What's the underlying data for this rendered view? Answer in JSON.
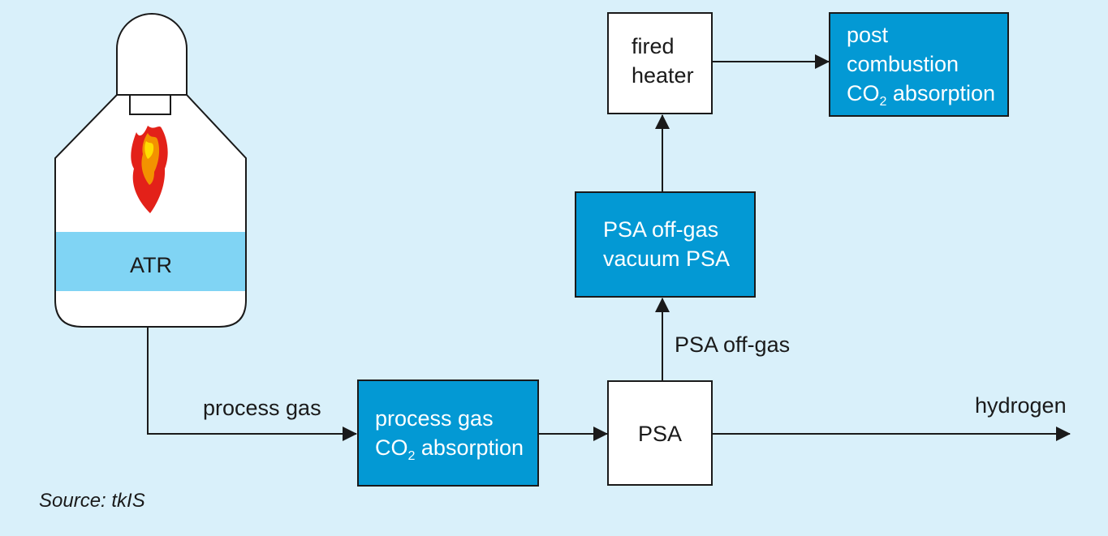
{
  "colors": {
    "background": "#d9f0fa",
    "box_blue": "#0399d4",
    "atr_band": "#80d4f4",
    "flame_red": "#e32119",
    "flame_orange": "#f39200",
    "flame_yellow": "#ffdd00"
  },
  "atr": {
    "label": "ATR"
  },
  "flows": {
    "process_gas": "process gas",
    "psa_off_gas": "PSA off-gas",
    "hydrogen": "hydrogen"
  },
  "boxes": {
    "co2_absorption": {
      "line1": "process gas",
      "line2_prefix": "CO",
      "line2_sub": "2",
      "line2_suffix": " absorption"
    },
    "psa": {
      "label": "PSA"
    },
    "vacuum_psa": {
      "line1": "PSA off-gas",
      "line2": "vacuum PSA"
    },
    "fired_heater": {
      "line1": "fired",
      "line2": "heater"
    },
    "post_combustion": {
      "line1": "post",
      "line2": "combustion",
      "line3_prefix": "CO",
      "line3_sub": "2",
      "line3_suffix": " absorption"
    }
  },
  "source": "Source: tkIS"
}
